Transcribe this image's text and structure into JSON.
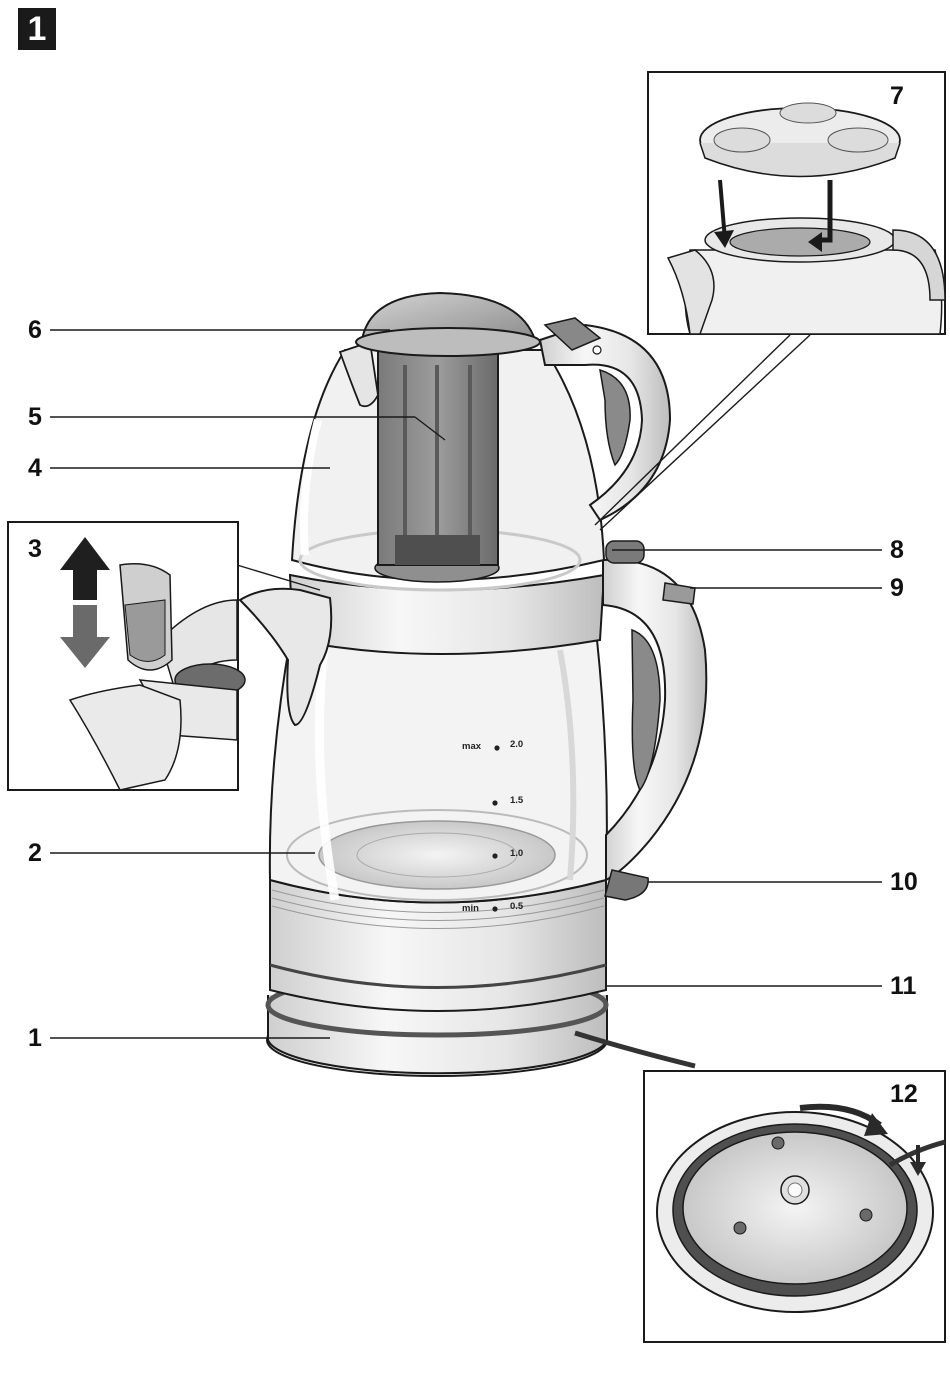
{
  "figure_number": "1",
  "callouts": {
    "c1": "1",
    "c2": "2",
    "c3": "3",
    "c4": "4",
    "c5": "5",
    "c6": "6",
    "c7": "7",
    "c8": "8",
    "c9": "9",
    "c10": "10",
    "c11": "11",
    "c12": "12"
  },
  "scale": {
    "max_label": "max",
    "v20": "2.0",
    "v15": "1.5",
    "v10": "1.0",
    "min_label": "min",
    "v05": "0.5"
  },
  "colors": {
    "line": "#1a1a1a",
    "body": "#e4e4e4",
    "glass": "#eeeeee",
    "dark_grey": "#6f6f6f",
    "arrow": "#2a2a2a"
  }
}
